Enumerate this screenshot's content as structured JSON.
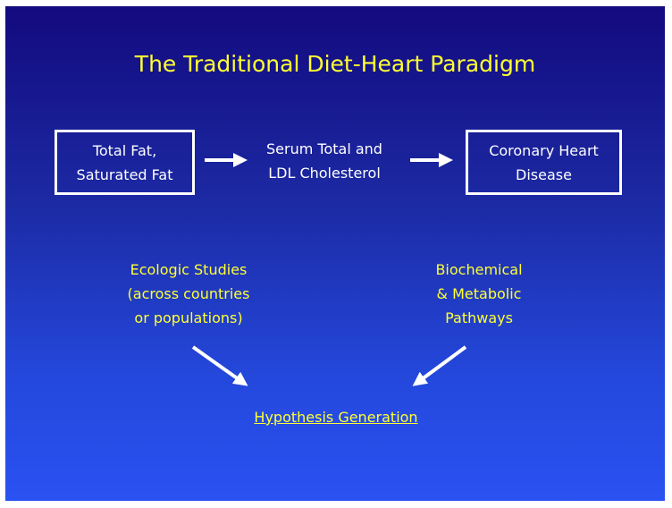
{
  "title": "The Traditional Diet-Heart Paradigm",
  "flow": {
    "box1": [
      "Total Fat,",
      "Saturated Fat"
    ],
    "middle": [
      "Serum Total and",
      "LDL Cholesterol"
    ],
    "box2": [
      "Coronary Heart",
      "Disease"
    ]
  },
  "left_source": [
    "Ecologic Studies",
    "(across countries",
    "or populations)"
  ],
  "right_source": [
    "Biochemical",
    "& Metabolic",
    "Pathways"
  ],
  "target": "Hypothesis Generation",
  "colors": {
    "accent": "#ffff33",
    "text": "#ffffff",
    "bg_top": "#130a7e",
    "bg_bottom": "#2a52f2"
  }
}
